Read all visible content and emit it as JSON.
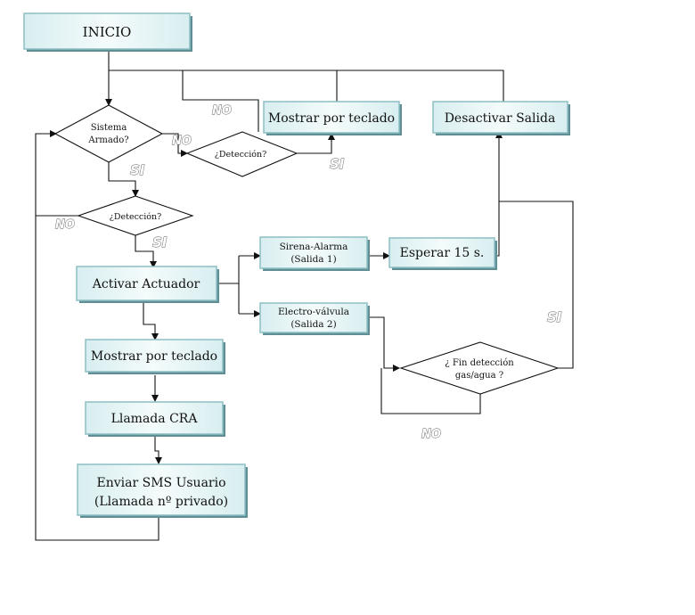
{
  "flowchart": {
    "boxes": {
      "inicio": "INICIO",
      "mostrar_top": "Mostrar por teclado",
      "desactivar": "Desactivar Salida",
      "sirena_line1": "Sirena-Alarma",
      "sirena_line2": "(Salida 1)",
      "esperar": "Esperar 15 s.",
      "activar": "Activar Actuador",
      "electro_line1": "Electro-válvula",
      "electro_line2": "(Salida 2)",
      "mostrar_bottom": "Mostrar por teclado",
      "llamada": "Llamada CRA",
      "enviar_line1": "Enviar SMS Usuario",
      "enviar_line2": "(Llamada nº privado)"
    },
    "decisions": {
      "sistema_line1": "Sistema",
      "sistema_line2": "Armado?",
      "deteccion_right": "¿Detección?",
      "deteccion_left": "¿Detección?",
      "fin_line1": "¿ Fin detección",
      "fin_line2": "gas/agua ?"
    },
    "labels": {
      "no_top": "NO",
      "no_sistema": "NO",
      "si_deteccion_right": "SI",
      "si_sistema": "SI",
      "no_deteccion_left": "NO",
      "si_deteccion_left": "SI",
      "si_fin": "SI",
      "no_fin": "NO"
    },
    "colors": {
      "box_fill": "#e8f4f5",
      "box_stroke": "#8dbfc3",
      "box_shadow": "#5f8f94",
      "line": "#111111"
    }
  }
}
